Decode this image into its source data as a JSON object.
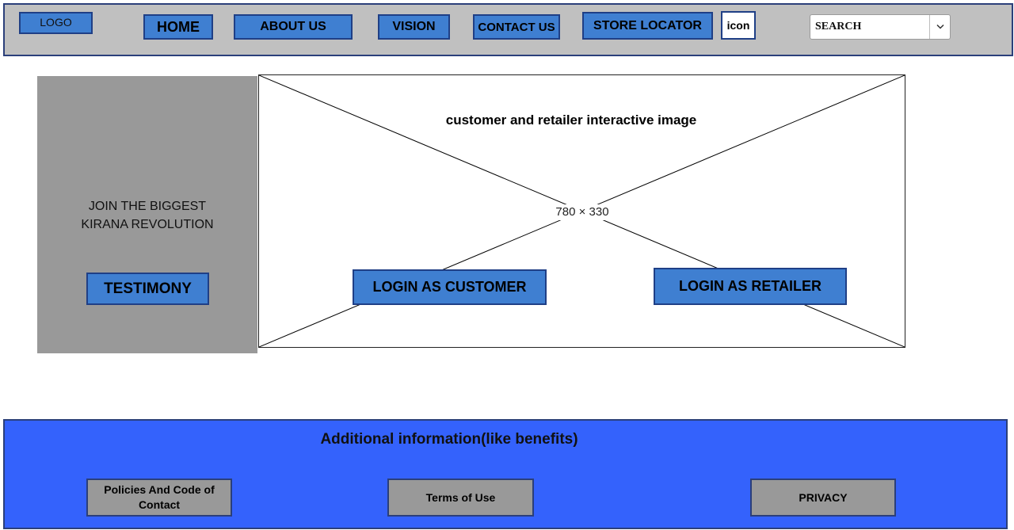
{
  "header": {
    "logo": "LOGO",
    "nav": {
      "home": "HOME",
      "about": "ABOUT US",
      "vision": "VISION",
      "contact": "CONTACT US",
      "store_locator": "STORE LOCATOR"
    },
    "icon_label": "icon",
    "search": {
      "selected": "SEARCH"
    }
  },
  "side_panel": {
    "tagline_line1": "JOIN THE BIGGEST",
    "tagline_line2": "KIRANA REVOLUTION",
    "testimony": "TESTIMONY"
  },
  "hero": {
    "caption": "customer and retailer interactive image",
    "size_text": "780 × 330",
    "login_customer": "LOGIN AS CUSTOMER",
    "login_retailer": "LOGIN AS RETAILER"
  },
  "footer": {
    "title": "Additional information(like benefits)",
    "policies_line1": "Policies And Code of",
    "policies_line2": "Contact",
    "terms": "Terms of Use",
    "privacy": "PRIVACY"
  },
  "colors": {
    "header_bg": "#c0c0c0",
    "button_blue": "#3f7fd1",
    "panel_gray": "#999999",
    "footer_blue": "#3462fc",
    "border_navy": "#1f3f86"
  },
  "icons": [
    "chevron-down-icon"
  ]
}
